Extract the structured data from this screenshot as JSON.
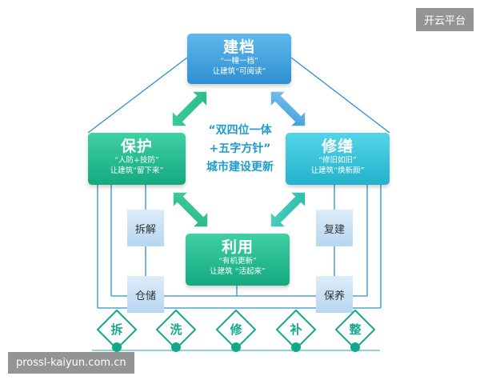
{
  "diagram": {
    "top": {
      "title": "建档",
      "sub1": "“一幢一档”",
      "sub2": "让建筑“可阅读”"
    },
    "left": {
      "title": "保护",
      "sub1": "“人防+技防”",
      "sub2": "让建筑“留下来”"
    },
    "right": {
      "title": "修缮",
      "sub1": "“修旧如旧”",
      "sub2": "让建筑“焕新颜”"
    },
    "bottom": {
      "title": "利用",
      "sub1": "“有机更新”",
      "sub2": "让建筑 “活起来”"
    },
    "center": {
      "line1": "“双四位一体",
      "line2": "+五字方针”",
      "line3": "城市建设更新"
    },
    "side_left": [
      "拆解",
      "仓储"
    ],
    "side_right": [
      "复建",
      "保养"
    ],
    "principles": [
      "拆",
      "洗",
      "修",
      "补",
      "整"
    ]
  },
  "watermarks": {
    "top_right": "开云平台",
    "bottom_left": "prossl-kaiyun.com.cn"
  },
  "colors": {
    "blue": "#2e8fd3",
    "green": "#15a980",
    "cyan": "#23b2cc",
    "dark_green": "#14a88a"
  }
}
